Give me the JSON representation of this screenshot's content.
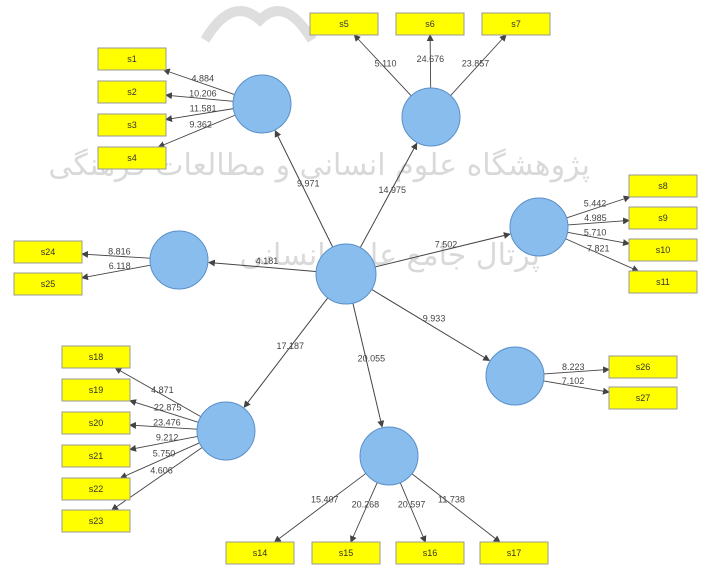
{
  "watermark": {
    "line1": "پژوهشگاه علوم انسانی و مطالعات فرهنگی",
    "line2": "پرتال جامع علوم انسانی"
  },
  "colors": {
    "indicator_fill": "#ffff00",
    "indicator_border": "#999999",
    "latent_fill": "#89bdee",
    "latent_border": "#5a8fc8",
    "arrow": "#444444"
  },
  "center_variable": {
    "label": ""
  },
  "latent_variables": [
    {
      "id": "lv_top_left",
      "label": ""
    },
    {
      "id": "lv_top",
      "label": ""
    },
    {
      "id": "lv_right_top",
      "label": ""
    },
    {
      "id": "lv_left",
      "label": ""
    },
    {
      "id": "lv_right_bottom",
      "label": ""
    },
    {
      "id": "lv_bottom",
      "label": ""
    },
    {
      "id": "lv_bottom_left",
      "label": ""
    }
  ],
  "structural_paths": [
    {
      "label": "9.971"
    },
    {
      "label": "14.975"
    },
    {
      "label": "7.502"
    },
    {
      "label": "4.181"
    },
    {
      "label": "9.933"
    },
    {
      "label": "20.055"
    },
    {
      "label": "17.187"
    }
  ],
  "indicators": [
    {
      "group": "lv_top_left",
      "label": "s1",
      "weight": "4.884"
    },
    {
      "group": "lv_top_left",
      "label": "s2",
      "weight": "10.206"
    },
    {
      "group": "lv_top_left",
      "label": "s3",
      "weight": "11.581"
    },
    {
      "group": "lv_top_left",
      "label": "s4",
      "weight": "9.362"
    },
    {
      "group": "lv_top",
      "label": "s5",
      "weight": "5.110"
    },
    {
      "group": "lv_top",
      "label": "s6",
      "weight": "24.676"
    },
    {
      "group": "lv_top",
      "label": "s7",
      "weight": "23.857"
    },
    {
      "group": "lv_right_top",
      "label": "s8",
      "weight": "5.442"
    },
    {
      "group": "lv_right_top",
      "label": "s9",
      "weight": "4.985"
    },
    {
      "group": "lv_right_top",
      "label": "s10",
      "weight": "5.710"
    },
    {
      "group": "lv_right_top",
      "label": "s11",
      "weight": "7.821"
    },
    {
      "group": "lv_left",
      "label": "s24",
      "weight": "8.816"
    },
    {
      "group": "lv_left",
      "label": "s25",
      "weight": "6.118"
    },
    {
      "group": "lv_right_bottom",
      "label": "s26",
      "weight": "8.223"
    },
    {
      "group": "lv_right_bottom",
      "label": "s27",
      "weight": "7.102"
    },
    {
      "group": "lv_bottom",
      "label": "s14",
      "weight": "15.407"
    },
    {
      "group": "lv_bottom",
      "label": "s15",
      "weight": "20.268"
    },
    {
      "group": "lv_bottom",
      "label": "s16",
      "weight": "20.597"
    },
    {
      "group": "lv_bottom",
      "label": "s17",
      "weight": "11.738"
    },
    {
      "group": "lv_bottom_left",
      "label": "s18",
      "weight": "4.871"
    },
    {
      "group": "lv_bottom_left",
      "label": "s19",
      "weight": "22.875"
    },
    {
      "group": "lv_bottom_left",
      "label": "s20",
      "weight": "23.476"
    },
    {
      "group": "lv_bottom_left",
      "label": "s21",
      "weight": "9.212"
    },
    {
      "group": "lv_bottom_left",
      "label": "s22",
      "weight": "5.750"
    },
    {
      "group": "lv_bottom_left",
      "label": "s23",
      "weight": "4.606"
    }
  ]
}
